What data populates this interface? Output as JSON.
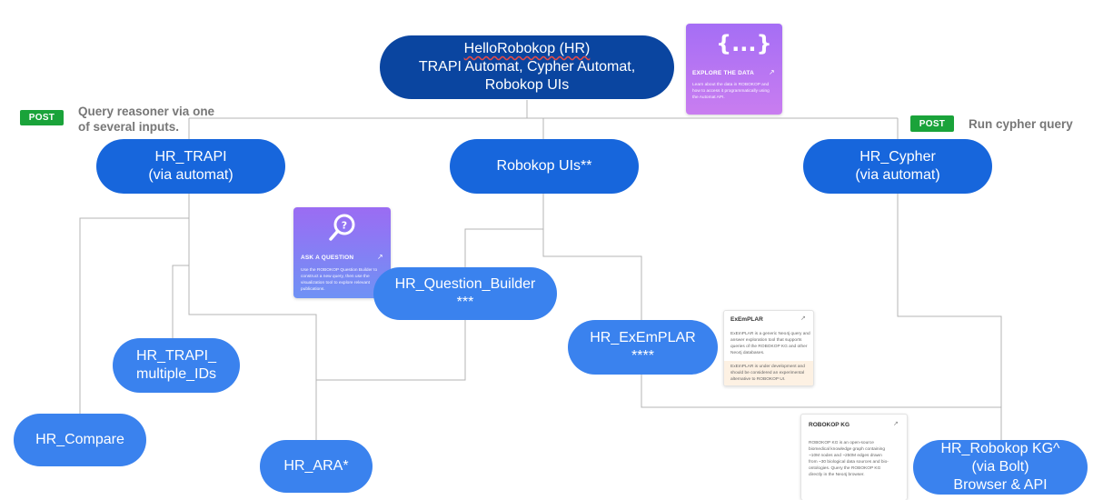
{
  "nodes": {
    "root": {
      "line1": "HelloRobokop (HR)",
      "line2": "TRAPI Automat, Cypher Automat,",
      "line3": "Robokop UIs"
    },
    "hr_trapi": {
      "line1": "HR_TRAPI",
      "line2": "(via automat)"
    },
    "robokop_uis": {
      "line1": "Robokop UIs**"
    },
    "hr_cypher": {
      "line1": "HR_Cypher",
      "line2": "(via automat)"
    },
    "hr_question_builder": {
      "line1": "HR_Question_Builder",
      "line2": "***"
    },
    "hr_exemplar": {
      "line1": "HR_ExEmPLAR",
      "line2": "****"
    },
    "hr_trapi_multiple": {
      "line1": "HR_TRAPI_",
      "line2": "multiple_IDs"
    },
    "hr_compare": {
      "line1": "HR_Compare"
    },
    "hr_ara": {
      "line1": "HR_ARA*"
    },
    "hr_robokop_kg": {
      "line1": "HR_Robokop KG^",
      "line2": "(via Bolt)",
      "line3": "Browser & API"
    }
  },
  "annotations": {
    "post_left": {
      "badge": "POST",
      "line1": "Query reasoner via one",
      "line2": "of several inputs."
    },
    "post_right": {
      "badge": "POST",
      "line1": "Run cypher query"
    }
  },
  "cards": {
    "explore": {
      "icon": "{...}",
      "title": "EXPLORE THE DATA",
      "body1": "Learn about the data in ROBOKOP and",
      "body2": "how to access it programmatically using",
      "body3": "the Automat API."
    },
    "ask": {
      "title": "ASK A QUESTION",
      "body1": "Use the ROBOKOP Question Builder to",
      "body2": "construct a new query, then use the",
      "body3": "visualization tool to explore relevant",
      "body4": "publications."
    },
    "exemplar": {
      "title": "ExEmPLAR",
      "body1": "ExEmPLAR is a generic Neo4j query and",
      "body2": "answer exploration tool that supports",
      "body3": "queries of the ROBOKOP KG and other",
      "body4": "Neo4j databases.",
      "warn1": "ExEmPLAR is under development and",
      "warn2": "should be considered an experimental",
      "warn3": "alternative to ROBOKOP UI."
    },
    "robokop_kg": {
      "title": "ROBOKOP KG",
      "body1": "ROBOKOP KG is an open-source",
      "body2": "biomedical knowledge graph containing",
      "body3": "~10M nodes and ~250M edges drawn",
      "body4": "from ~30 biological data sources and bio-",
      "body5": "ontologies. Query the ROBOKOP KG",
      "body6": "directly in the Neo4j browser."
    }
  },
  "colors": {
    "root": "#0a45a0",
    "primary": "#1766dc",
    "secondary": "#3a82ee",
    "connector": "#b4b4b4",
    "post_badge": "#1aa33a"
  }
}
